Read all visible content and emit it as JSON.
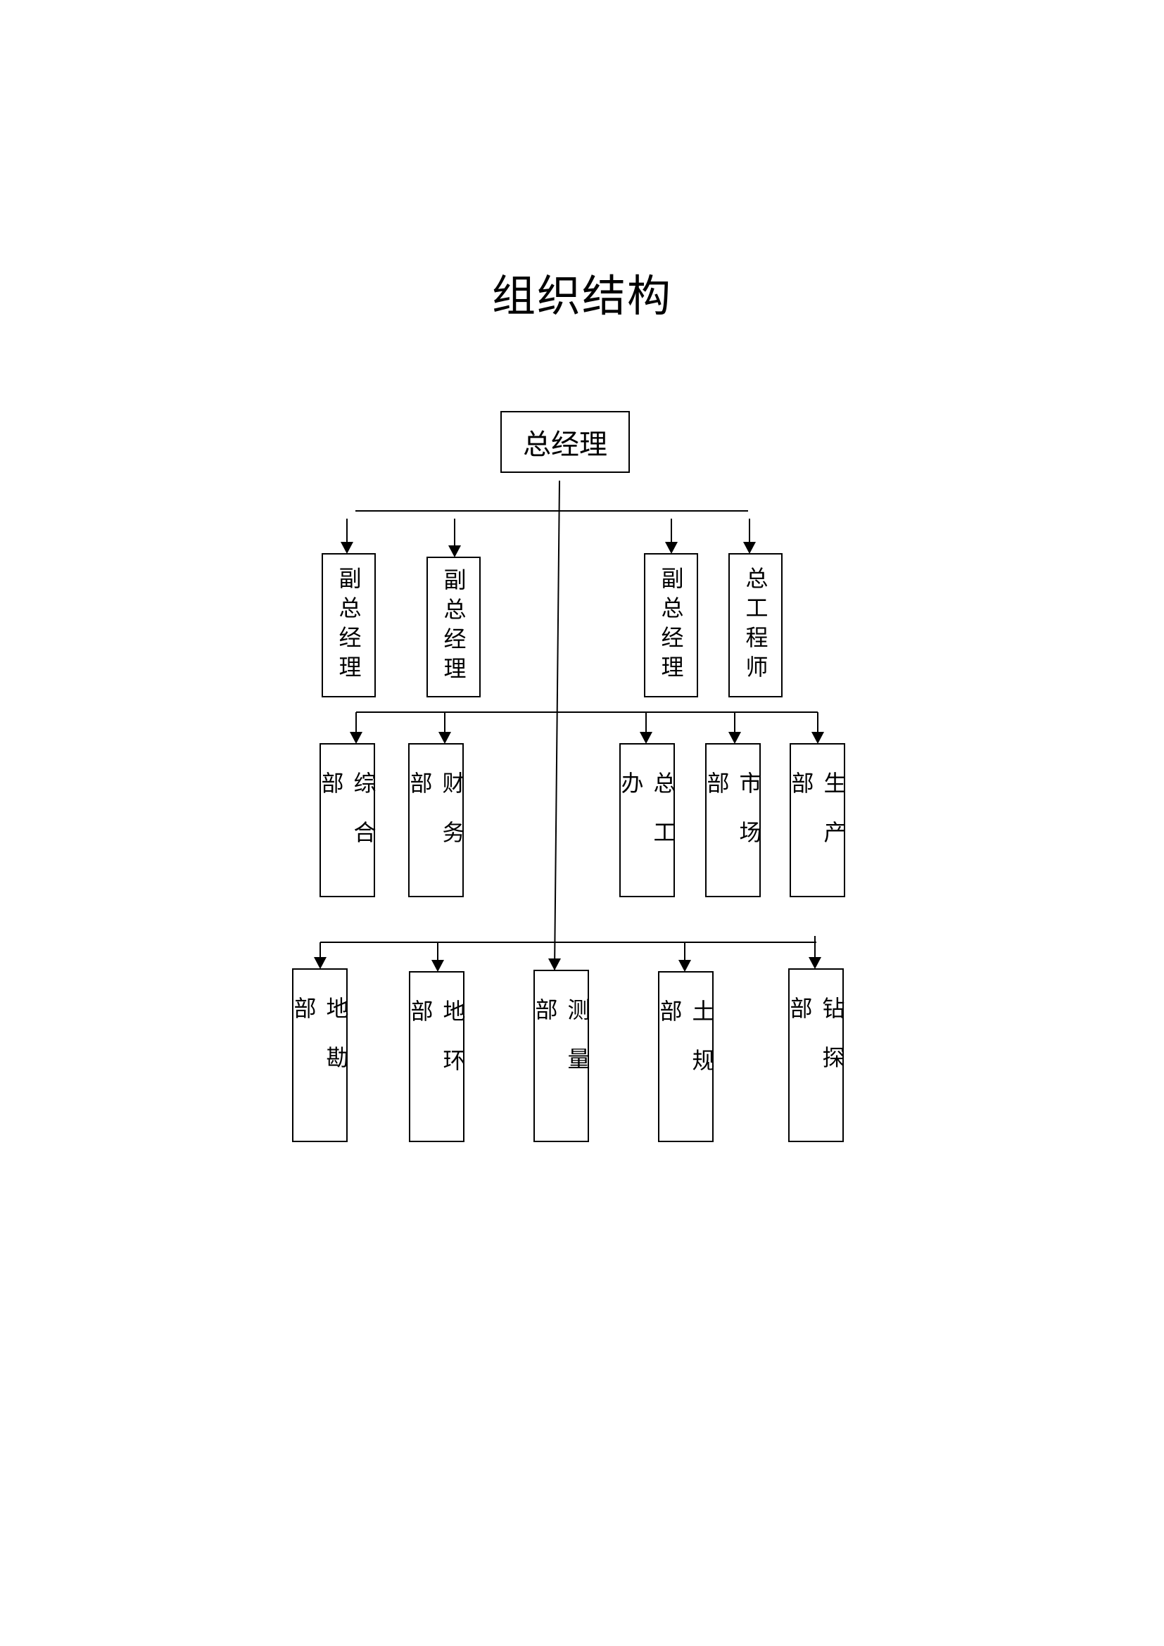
{
  "title": "组织结构",
  "nodes": {
    "general_manager": "总经理",
    "deputy_gm_1": "副总经理",
    "deputy_gm_2": "副总经理",
    "deputy_gm_3": "副总经理",
    "chief_engineer": "总工程师",
    "general_dept": "综合部",
    "finance_dept": "财务部",
    "chief_engineer_office": "总工办",
    "market_dept": "市场部",
    "production_dept": "生产部",
    "geo_survey_dept": "地勘部",
    "geo_env_dept": "地环部",
    "surveying_dept": "测量部",
    "land_planning_dept": "土规部",
    "drilling_dept": "钻探部"
  }
}
